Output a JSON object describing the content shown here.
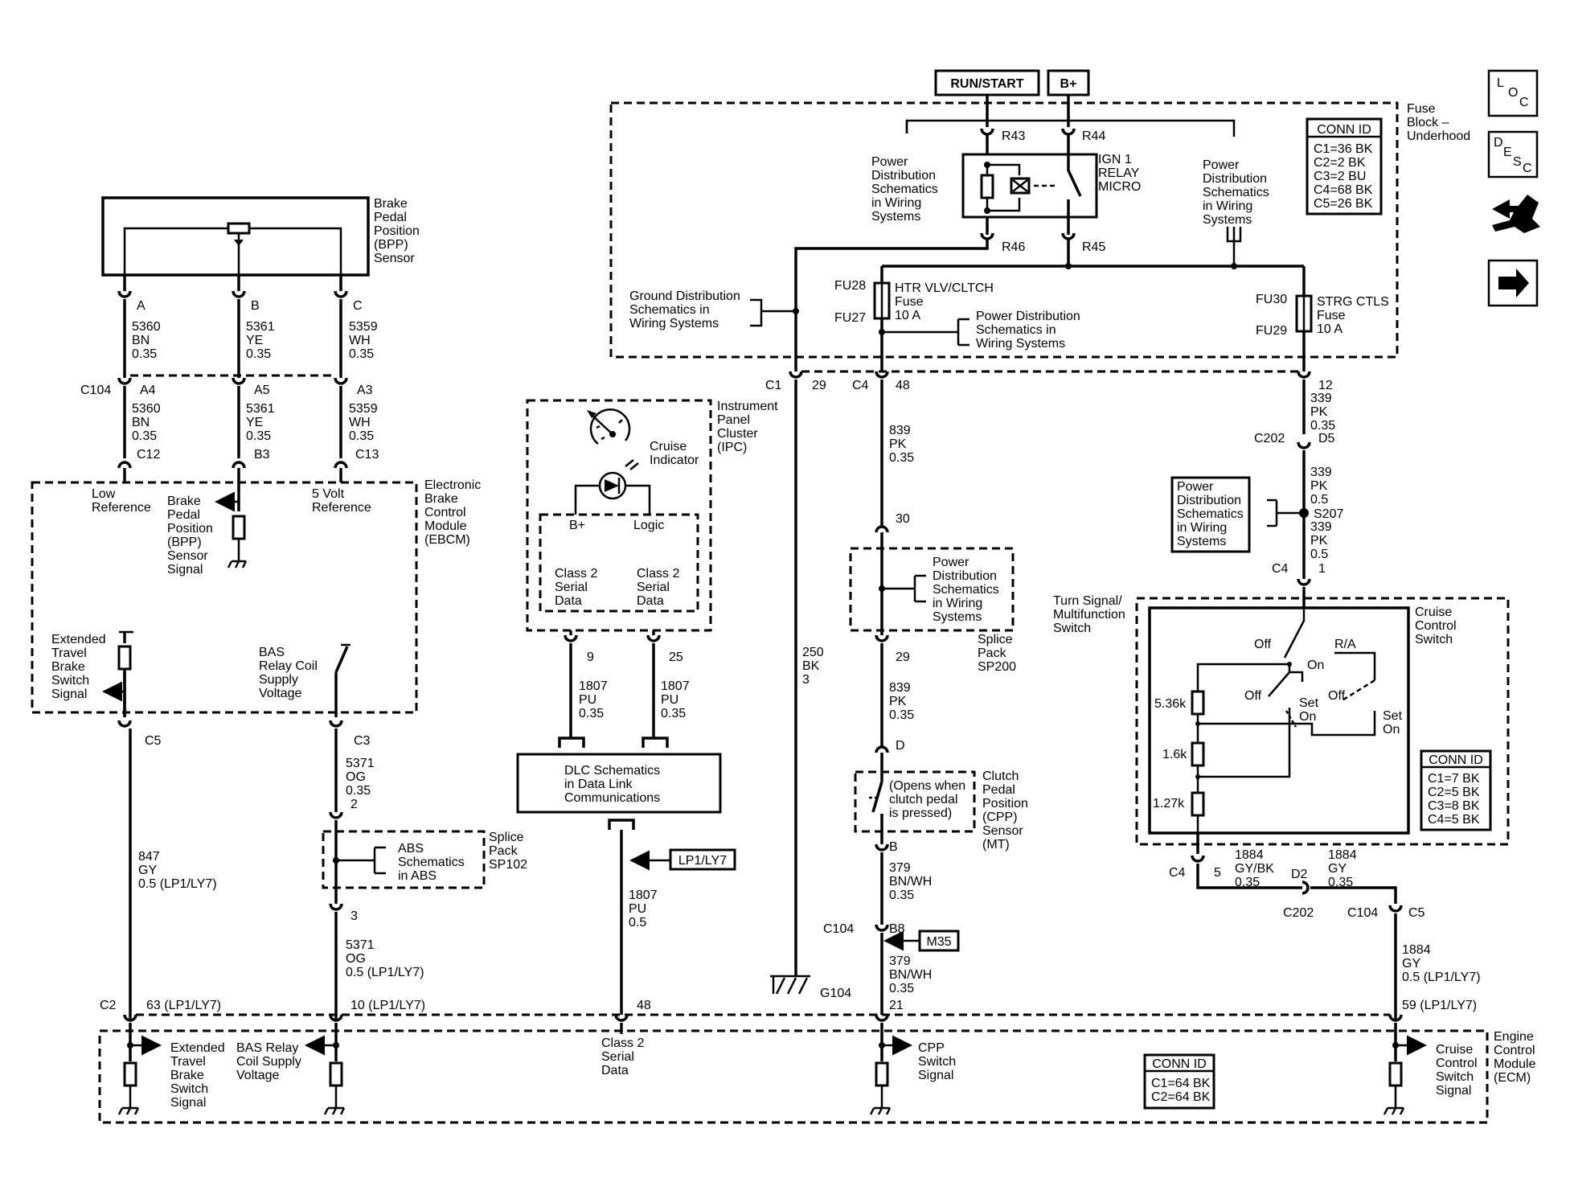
{
  "power_sources": {
    "run_start": "RUN/START",
    "b_plus": "B+"
  },
  "fuse_block": {
    "name": [
      "Fuse",
      "Block –",
      "Underhood"
    ],
    "conn_id_title": "CONN ID",
    "conn_ids": [
      "C1=36 BK",
      "C2=2 BK",
      "C3=2 BU",
      "C4=68 BK",
      "C5=26 BK"
    ],
    "r43": "R43",
    "r44": "R44",
    "r45": "R45",
    "r46": "R46",
    "relay": [
      "IGN 1",
      "RELAY",
      "MICRO"
    ],
    "fu28": "FU28",
    "fu27": "FU27",
    "fu30": "FU30",
    "fu29": "FU29",
    "htr_fuse": [
      "HTR VLV/CLTCH",
      "Fuse",
      "10 A"
    ],
    "strg_fuse": [
      "STRG CTLS",
      "Fuse",
      "10 A"
    ],
    "power_dist_left": [
      "Power",
      "Distribution",
      "Schematics",
      "in Wiring",
      "Systems"
    ],
    "power_dist_right": [
      "Power",
      "Distribution",
      "Schematics",
      "in Wiring",
      "Systems"
    ],
    "ground_dist": [
      "Ground Distribution",
      "Schematics in",
      "Wiring Systems"
    ],
    "power_dist_mid": [
      "Power Distribution",
      "Schematics in",
      "Wiring Systems"
    ]
  },
  "nav_icons": {
    "loc": [
      "L",
      "O",
      "C"
    ],
    "desc": [
      "D",
      "E",
      "S",
      "C"
    ]
  },
  "bpp_sensor": {
    "name": [
      "Brake",
      "Pedal",
      "Position",
      "(BPP)",
      "Sensor"
    ],
    "pins": [
      "A",
      "B",
      "C"
    ],
    "wires": [
      [
        "5360",
        "BN",
        "0.35"
      ],
      [
        "5361",
        "YE",
        "0.35"
      ],
      [
        "5359",
        "WH",
        "0.35"
      ]
    ],
    "c104": "C104",
    "c104_pins": [
      "A4",
      "A5",
      "A3"
    ],
    "wires2": [
      [
        "5360",
        "BN",
        "0.35"
      ],
      [
        "5361",
        "YE",
        "0.35"
      ],
      [
        "5359",
        "WH",
        "0.35"
      ]
    ],
    "ebcm_pins": [
      "C12",
      "B3",
      "C13"
    ]
  },
  "ebcm": {
    "name": [
      "Electronic",
      "Brake",
      "Control",
      "Module",
      "(EBCM)"
    ],
    "low_ref": [
      "Low",
      "Reference"
    ],
    "bpp_signal": [
      "Brake",
      "Pedal",
      "Position",
      "(BPP)",
      "Sensor",
      "Signal"
    ],
    "five_volt": [
      "5 Volt",
      "Reference"
    ],
    "ext_travel": [
      "Extended",
      "Travel",
      "Brake",
      "Switch",
      "Signal"
    ],
    "bas_relay": [
      "BAS",
      "Relay Coil",
      "Supply",
      "Voltage"
    ],
    "c5": "C5",
    "c3": "C3"
  },
  "left_wires": {
    "w847": [
      "847",
      "GY",
      "0.5 (LP1/LY7)"
    ],
    "w5371a": [
      "5371",
      "OG",
      "0.35"
    ],
    "pin2": "2",
    "pin3": "3",
    "w5371b": [
      "5371",
      "OG",
      "0.5 (LP1/LY7)"
    ],
    "abs": [
      "ABS",
      "Schematics",
      "in ABS"
    ],
    "sp102": [
      "Splice",
      "Pack",
      "SP102"
    ]
  },
  "ipc": {
    "name": [
      "Instrument",
      "Panel",
      "Cluster",
      "(IPC)"
    ],
    "cruise_ind": [
      "Cruise",
      "Indicator"
    ],
    "bplus": "B+",
    "logic": "Logic",
    "class2_left": [
      "Class 2",
      "Serial",
      "Data"
    ],
    "class2_right": [
      "Class 2",
      "Serial",
      "Data"
    ],
    "pin9": "9",
    "pin25": "25",
    "w1807a": [
      "1807",
      "PU",
      "0.35"
    ],
    "w1807b": [
      "1807",
      "PU",
      "0.35"
    ]
  },
  "dlc": {
    "text": [
      "DLC Schematics",
      "in Data Link",
      "Communications"
    ],
    "lp_tag": "LP1/LY7",
    "w1807": [
      "1807",
      "PU",
      "0.5"
    ]
  },
  "ground": {
    "c1": "C1",
    "pin29": "29",
    "w250": [
      "250",
      "BK",
      "3"
    ],
    "g104": "G104"
  },
  "center": {
    "c4": "C4",
    "pin48": "48",
    "w839a": [
      "839",
      "PK",
      "0.35"
    ],
    "pin30": "30",
    "sp200_pd": [
      "Power",
      "Distribution",
      "Schematics",
      "in Wiring",
      "Systems"
    ],
    "sp200": [
      "Splice",
      "Pack",
      "SP200"
    ],
    "pin29": "29",
    "w839b": [
      "839",
      "PK",
      "0.35"
    ],
    "pinD": "D",
    "cpp_note": [
      "(Opens when",
      "clutch pedal",
      "is pressed)"
    ],
    "cpp_name": [
      "Clutch",
      "Pedal",
      "Position",
      "(CPP)",
      "Sensor",
      "(MT)"
    ],
    "pinB": "B",
    "w379a": [
      "379",
      "BN/WH",
      "0.35"
    ],
    "c104": "C104",
    "pinB8": "B8",
    "m35": "M35",
    "w379b": [
      "379",
      "BN/WH",
      "0.35"
    ],
    "pin21": "21"
  },
  "right": {
    "pin12": "12",
    "w339a": [
      "339",
      "PK",
      "0.35"
    ],
    "c202": "C202",
    "d5": "D5",
    "w339b": [
      "339",
      "PK",
      "0.5"
    ],
    "s207": "S207",
    "w339c": [
      "339",
      "PK",
      "0.5"
    ],
    "pd_box": [
      "Power",
      "Distribution",
      "Schematics",
      "in Wiring",
      "Systems"
    ],
    "c4": "C4",
    "pin1": "1",
    "turn_sig": [
      "Turn Signal/",
      "Multifunction",
      "Switch"
    ],
    "ccs": [
      "Cruise",
      "Control",
      "Switch"
    ],
    "off1": "Off",
    "ra": "R/A",
    "on": "On",
    "off2": "Off",
    "off3": "Off",
    "set_on1": [
      "Set",
      "On"
    ],
    "set_on2": [
      "Set",
      "On"
    ],
    "r1": "5.36k",
    "r2": "1.6k",
    "r3": "1.27k",
    "conn_title": "CONN ID",
    "conn_ids": [
      "C1=7 BK",
      "C2=5 BK",
      "C3=8 BK",
      "C4=5 BK"
    ],
    "c4b": "C4",
    "pin5": "5",
    "w1884a": [
      "1884",
      "GY/BK",
      "0.35"
    ],
    "d2": "D2",
    "c202b": "C202",
    "w1884b": [
      "1884",
      "GY",
      "0.35"
    ],
    "c104": "C104",
    "c5": "C5",
    "w1884c": [
      "1884",
      "GY",
      "0.5 (LP1/LY7)"
    ],
    "pin59": "59 (LP1/LY7)"
  },
  "ecm": {
    "name": [
      "Engine",
      "Control",
      "Module",
      "(ECM)"
    ],
    "c2": "C2",
    "pin63": "63 (LP1/LY7)",
    "pin10": "10 (LP1/LY7)",
    "pin48": "48",
    "ext_travel": [
      "Extended",
      "Travel",
      "Brake",
      "Switch",
      "Signal"
    ],
    "bas": [
      "BAS Relay",
      "Coil Supply",
      "Voltage"
    ],
    "class2": [
      "Class 2",
      "Serial",
      "Data"
    ],
    "cpp": [
      "CPP",
      "Switch",
      "Signal"
    ],
    "cruise": [
      "Cruise",
      "Control",
      "Switch",
      "Signal"
    ],
    "conn_title": "CONN ID",
    "conn_ids": [
      "C1=64 BK",
      "C2=64 BK"
    ]
  }
}
